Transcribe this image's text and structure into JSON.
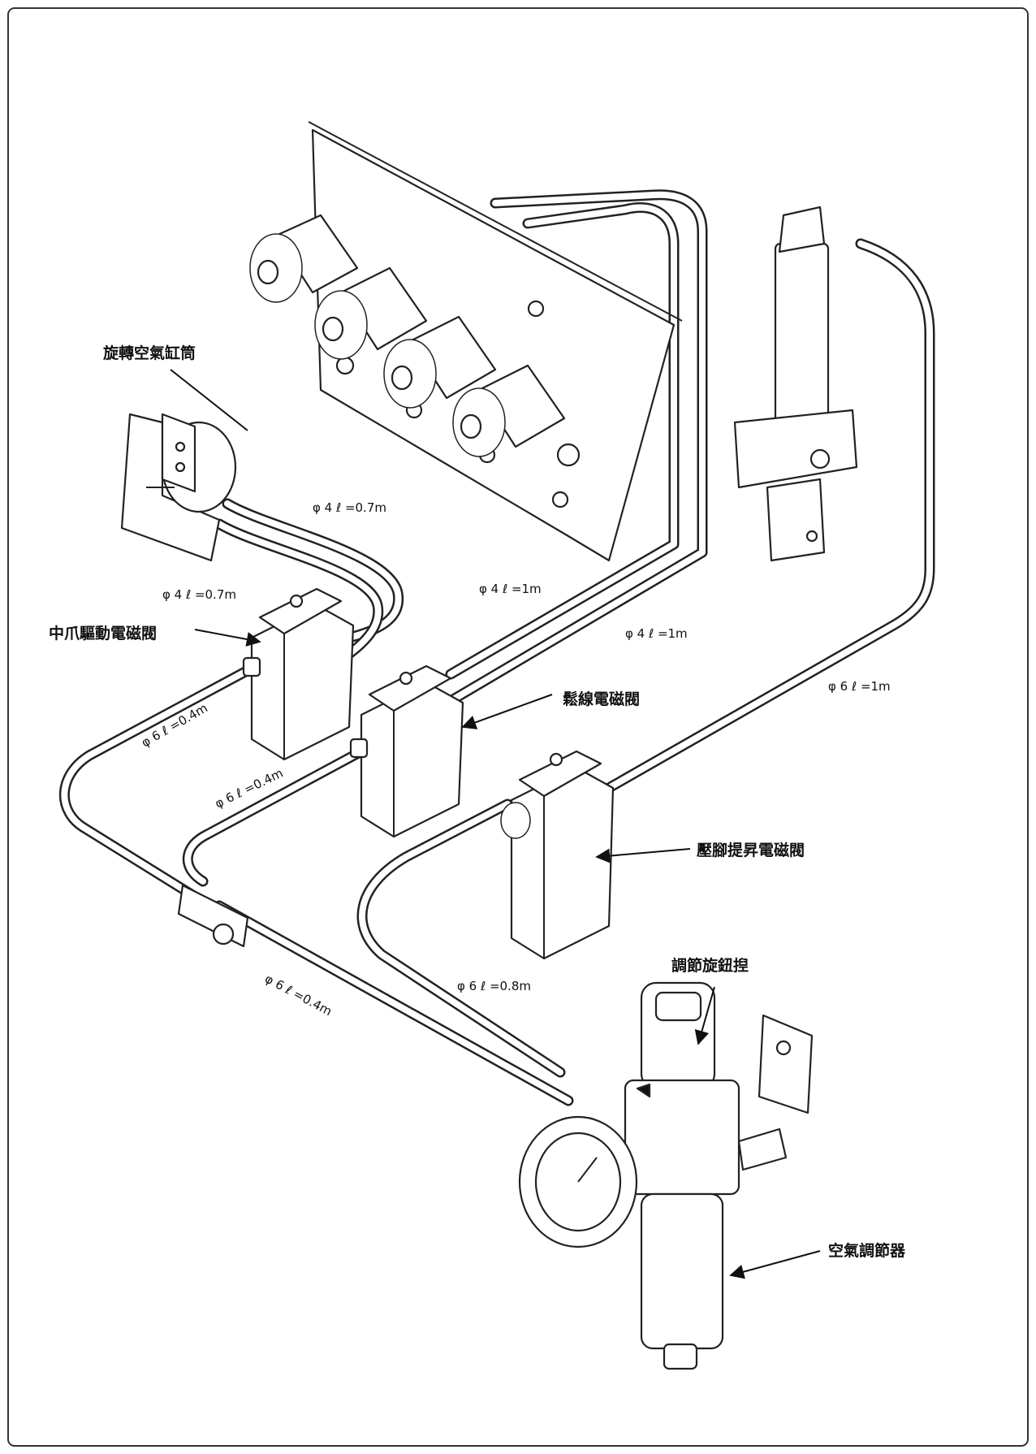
{
  "labels": {
    "rotary_cylinder": "旋轉空氣缸筒",
    "middle_claw_valve": "中爪驅動電磁閥",
    "thread_release_valve": "鬆線電磁閥",
    "presser_lift_valve": "壓腳提昇電磁閥",
    "adjust_knob": "調節旋鈕揑",
    "air_regulator": "空氣調節器"
  },
  "tube_specs": {
    "s1": "φ 4 ℓ =0.7m",
    "s2": "φ 4 ℓ =0.7m",
    "s3": "φ 4 ℓ =1m",
    "s4": "φ 4 ℓ =1m",
    "s5": "φ 6 ℓ =1m",
    "s6": "φ 6 ℓ =0.4m",
    "s7": "φ 6 ℓ =0.4m",
    "s8": "φ 6 ℓ =0.4m",
    "s9": "φ 6 ℓ =0.8m"
  }
}
